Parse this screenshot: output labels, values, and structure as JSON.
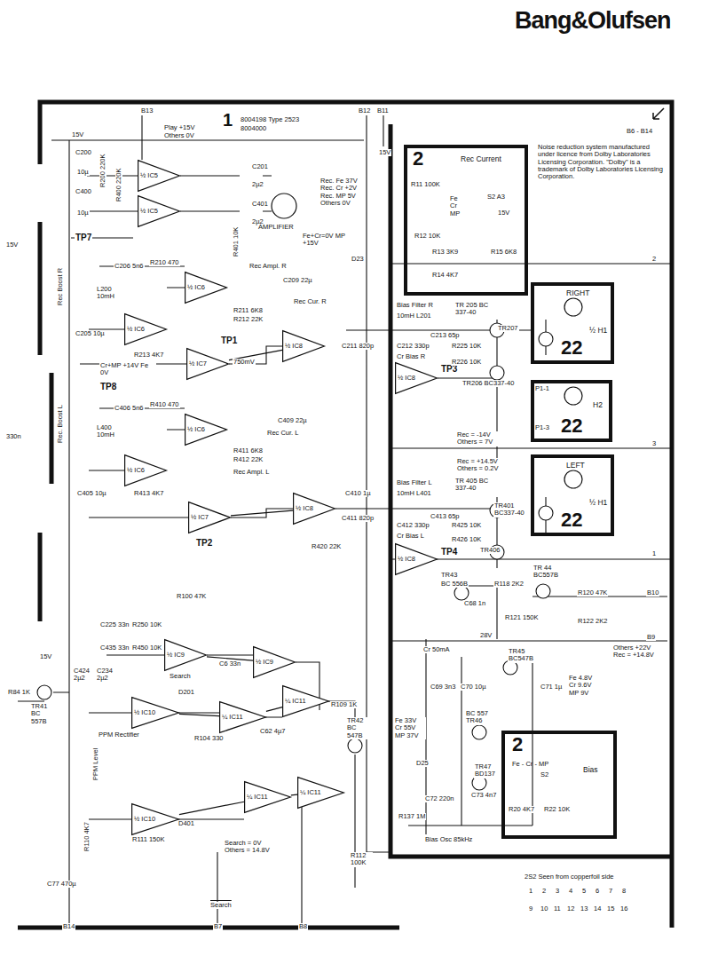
{
  "diagram": {
    "title": "Bang&Olufsen",
    "nodes": [
      {
        "text": [
          "2",
          "Rec Current"
        ]
      },
      {
        "text": [
          "2",
          "Fe - Cr - MP",
          "S2",
          "Bias"
        ]
      },
      {
        "text": [
          "RIGHT",
          "½ H1",
          "22"
        ]
      },
      {
        "text": [
          "H2",
          "22"
        ]
      },
      {
        "text": [
          "LEFT",
          "½ H1",
          "22"
        ]
      },
      {
        "text": [
          "½ IC5"
        ]
      },
      {
        "text": [
          "½ IC5"
        ]
      },
      {
        "text": [
          "½ IC6"
        ]
      },
      {
        "text": [
          "½ IC6"
        ]
      },
      {
        "text": [
          "½ IC7"
        ]
      },
      {
        "text": [
          "½ IC8"
        ]
      },
      {
        "text": [
          "½ IC8"
        ]
      },
      {
        "text": [
          "½ IC6"
        ]
      },
      {
        "text": [
          "½ IC6"
        ]
      },
      {
        "text": [
          "½ IC7"
        ]
      },
      {
        "text": [
          "½ IC8"
        ]
      },
      {
        "text": [
          "½ IC8"
        ]
      },
      {
        "text": [
          "½ IC9"
        ]
      },
      {
        "text": [
          "½ IC9"
        ]
      },
      {
        "text": [
          "½ IC10"
        ]
      },
      {
        "text": [
          "½ IC10"
        ]
      },
      {
        "text": [
          "¼ IC11"
        ]
      },
      {
        "text": [
          "¼ IC11"
        ]
      },
      {
        "text": [
          "¼ IC11"
        ]
      },
      {
        "text": [
          "¼ IC11"
        ]
      }
    ],
    "edges": [
      {
        "from": 9,
        "to": 10,
        "arrow": "none"
      },
      {
        "from": 14,
        "to": 15,
        "arrow": "none"
      },
      {
        "from": 17,
        "to": 18,
        "arrow": "none"
      },
      {
        "from": 19,
        "to": 21,
        "arrow": "none"
      },
      {
        "from": 21,
        "to": 22,
        "arrow": "none"
      },
      {
        "from": 20,
        "to": 23,
        "arrow": "none"
      },
      {
        "from": 23,
        "to": 24,
        "arrow": "none"
      }
    ],
    "labels": [
      "B13",
      "1",
      "8004198 Type 2523",
      "8004000",
      "B12",
      "B11",
      "B6 - B14",
      "15V",
      "Play +15V",
      "Others 0V",
      "C200",
      "10µ",
      "R200 220K",
      "C400",
      "10µ",
      "R400 220K",
      "C201",
      "2µ2",
      "C401",
      "2µ2",
      "R401 10K",
      "AMPLIFIER",
      "Rec. Fe 37V Rec. Cr +2V Rec. MP 5V Others 0V",
      "Fe+Cr=0V MP +15V",
      "15V",
      "TP7",
      "Rec Boost R",
      "C206 5n6",
      "R210 470",
      "L200 10mH",
      "Rec Ampl. R",
      "C209 22µ",
      "Rec Cur. R",
      "D23",
      "R211 6K8",
      "R212 22K",
      "R213 4K7",
      "TP1",
      "750mV",
      "Cr+MP +14V Fe 0V",
      "TP8",
      "Rec. Boost L",
      "C205 10µ",
      "Bias Filter R",
      "10mH L201",
      "C211 820p",
      "C212 330p",
      "C213 65p",
      "Cr Bias R",
      "TP3",
      "TR 205 BC 337-40",
      "TR207",
      "R225 10K",
      "R226 10K",
      "TR206 BC337-40",
      "P1-1",
      "P1-3",
      "Rec = -14V Others = 7V",
      "Rec = +14.5V Others = 0.2V",
      "C406 5n6",
      "R410 470",
      "L400 10mH",
      "R411 6K8",
      "R412 22K",
      "R413 4K7",
      "C405 10µ",
      "TP2",
      "C409 22µ",
      "Rec Cur. L",
      "Rec Ampl. L",
      "C410 1µ",
      "C411 820p",
      "Bias Filter L",
      "10mH L401",
      "C412 330p",
      "C413 65p",
      "Cr Bias L",
      "TP4",
      "R420 22K",
      "R425 10K",
      "R426 10K",
      "TR 405 BC 337-40",
      "TR401 BC337-40",
      "TR406",
      "TR43",
      "BC 556B",
      "C68 1n",
      "R118 2K2",
      "TR 44 BC557B",
      "R120 47K",
      "B10",
      "R121 150K",
      "R122 2K2",
      "B9",
      "28V",
      "Cr 50mA",
      "Others +22V Rec = +14.8V",
      "TR45 BC547B",
      "C69 3n3",
      "C70 10µ",
      "C71 1µ",
      "Fe 4.8V Cr 9.6V MP 9V",
      "BC 557 TR46",
      "Fe 33V Cr 55V MP 37V",
      "D25",
      "TR47 BD137",
      "C72 220n",
      "C73 4n7",
      "R137 1M",
      "Bias Osc 85kHz",
      "R20 4K7",
      "R22 10K",
      "Noise reduction system manufactured under licence from Dolby Laboratories Licensing Corporation. \"Dolby\" is a trademark of Dolby Laboratories Licensing Corporation.",
      "R11 100K",
      "Fe Cr MP",
      "S2 A3",
      "15V",
      "R12 10K",
      "R13 3K9",
      "R15 6K8",
      "R14 4K7",
      "R100 47K",
      "R250 10K",
      "R450 10K",
      "C225 33n",
      "C435 33n",
      "C424 2µ2",
      "C234 2µ2",
      "Search",
      "C6 33n",
      "TR41 BC 557B",
      "R84 1K",
      "15V",
      "PPM Level",
      "PPM Rectifier",
      "D201",
      "D401",
      "R104 330",
      "C62 4µ7",
      "R109 1K",
      "TR42 BC 547B",
      "R110 4K7",
      "R111 150K",
      "Search = 0V Others = 14.8V",
      "R112 100K",
      "C77 470µ",
      "Search",
      "B14",
      "B7",
      "B8",
      "2S2 Seen from copperfoil side",
      "1",
      "2",
      "3",
      "4",
      "5",
      "6",
      "7",
      "8",
      "9",
      "10",
      "11",
      "12",
      "13",
      "14",
      "15",
      "16",
      "2",
      "3",
      "1",
      "15V",
      "330n"
    ]
  }
}
